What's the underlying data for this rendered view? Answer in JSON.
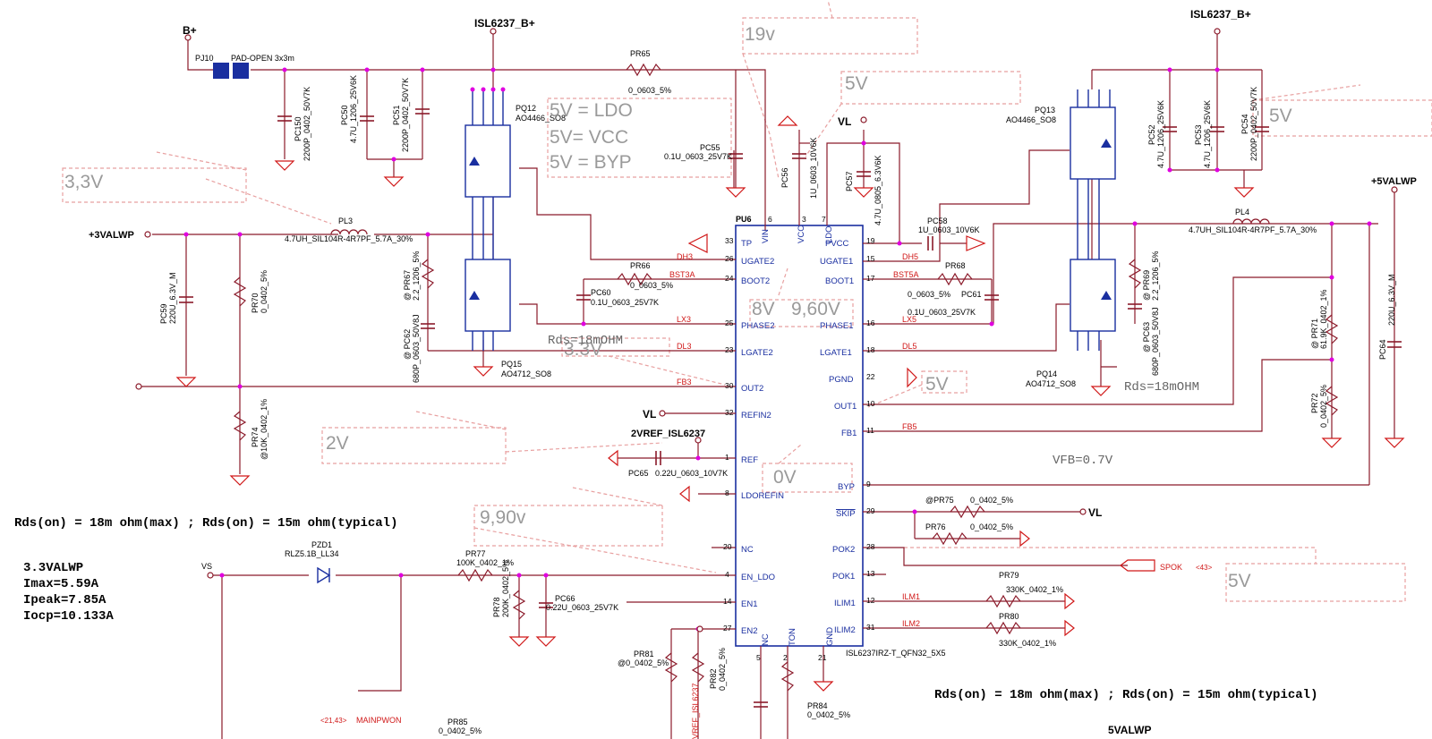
{
  "ic": {
    "refdes": "PU6",
    "part": "ISL6237IRZ-T_QFN32_5X5",
    "left_pins": [
      {
        "num": "33",
        "name": "TP"
      },
      {
        "num": "26",
        "name": "UGATE2"
      },
      {
        "num": "24",
        "name": "BOOT2"
      },
      {
        "num": "25",
        "name": "PHASE2"
      },
      {
        "num": "23",
        "name": "LGATE2"
      },
      {
        "num": "30",
        "name": "OUT2"
      },
      {
        "num": "32",
        "name": "REFIN2"
      },
      {
        "num": "1",
        "name": "REF"
      },
      {
        "num": "8",
        "name": "LDOREFIN"
      },
      {
        "num": "20",
        "name": "NC"
      },
      {
        "num": "4",
        "name": "EN_LDO"
      },
      {
        "num": "14",
        "name": "EN1"
      },
      {
        "num": "27",
        "name": "EN2"
      }
    ],
    "right_pins": [
      {
        "num": "19",
        "name": "PVCC"
      },
      {
        "num": "15",
        "name": "UGATE1"
      },
      {
        "num": "17",
        "name": "BOOT1"
      },
      {
        "num": "16",
        "name": "PHASE1"
      },
      {
        "num": "18",
        "name": "LGATE1"
      },
      {
        "num": "22",
        "name": "PGND"
      },
      {
        "num": "10",
        "name": "OUT1"
      },
      {
        "num": "11",
        "name": "FB1"
      },
      {
        "num": "9",
        "name": "BYP"
      },
      {
        "num": "29",
        "name": "SKIP"
      },
      {
        "num": "28",
        "name": "POK2"
      },
      {
        "num": "13",
        "name": "POK1"
      },
      {
        "num": "12",
        "name": "ILIM1"
      },
      {
        "num": "31",
        "name": "ILIM2"
      }
    ],
    "top_pins": [
      {
        "num": "6",
        "name": "VIN"
      },
      {
        "num": "3",
        "name": "VCC"
      },
      {
        "num": "7",
        "name": "LDO"
      }
    ],
    "bottom_pins": [
      {
        "num": "5",
        "name": "NC"
      },
      {
        "num": "2",
        "name": "TON"
      },
      {
        "num": "21",
        "name": "GND"
      }
    ]
  },
  "power_labels": {
    "b_plus": "B+",
    "isl_bplus_left": "ISL6237_B+",
    "isl_bplus_right": "ISL6237_B+",
    "v3valwp": "+3VALWP",
    "v5valwp": "+5VALWP",
    "vl_top": "VL",
    "vl_refin": "VL",
    "vl_skip": "VL",
    "vref": "2VREF_ISL6237",
    "vs": "VS",
    "spok": "SPOK",
    "spok_ref": "<43>",
    "mainpwon": "MAINPWON",
    "mainpwon_ref": "<21,43>",
    "bottom_title": "5VALWP"
  },
  "nets": {
    "dh3": "DH3",
    "bst3a": "BST3A",
    "lx3": "LX3",
    "dl3": "DL3",
    "fb3": "FB3",
    "dh5": "DH5",
    "bst5a": "BST5A",
    "lx5": "LX5",
    "dl5": "DL5",
    "fb5": "FB5",
    "ilm1": "ILM1",
    "ilm2": "ILM2"
  },
  "components": {
    "pj10": {
      "ref": "PJ10",
      "val": "PAD-OPEN 3x3m"
    },
    "pc150": {
      "ref": "PC150",
      "val": "2200P_0402_50V7K"
    },
    "pc50": {
      "ref": "PC50",
      "val": "4.7U_1206_25V6K"
    },
    "pc51": {
      "ref": "PC51",
      "val": "2200P_0402_50V7K"
    },
    "pq12": {
      "ref": "PQ12",
      "val": "AO4466_SO8"
    },
    "pq15": {
      "ref": "PQ15",
      "val": "AO4712_SO8"
    },
    "pq13": {
      "ref": "PQ13",
      "val": "AO4466_SO8"
    },
    "pq14": {
      "ref": "PQ14",
      "val": "AO4712_SO8"
    },
    "pr65": {
      "ref": "PR65",
      "val": "0_0603_5%"
    },
    "pc55": {
      "ref": "PC55",
      "val": "0.1U_0603_25V7K"
    },
    "pc56": {
      "ref": "PC56",
      "val": "1U_0603_10V6K"
    },
    "pc57": {
      "ref": "PC57",
      "val": "4.7U_0805_6.3V6K"
    },
    "pc58": {
      "ref": "PC58",
      "val": "1U_0603_10V6K"
    },
    "pl3": {
      "ref": "PL3",
      "val": "4.7UH_SIL104R-4R7PF_5.7A_30%"
    },
    "pl4": {
      "ref": "PL4",
      "val": "4.7UH_SIL104R-4R7PF_5.7A_30%"
    },
    "pc59": {
      "ref": "PC59",
      "val": "220U_6.3V_M"
    },
    "pc64": {
      "ref": "PC64",
      "val": "220U_6.3V_M"
    },
    "pr70": {
      "ref": "PR70",
      "val": "0_0402_5%"
    },
    "pr74": {
      "ref": "PR74",
      "val": "@10K_0402_1%"
    },
    "pr67": {
      "ref": "@ PR67",
      "val": "2.2_1206_5%"
    },
    "pc62": {
      "ref": "@ PC62",
      "val": "680P_0603_50V8J"
    },
    "pr66": {
      "ref": "PR66",
      "val": "0_0603_5%"
    },
    "pc60": {
      "ref": "PC60",
      "val": "0.1U_0603_25V7K"
    },
    "pr68": {
      "ref": "PR68",
      "val": "0_0603_5%"
    },
    "pc61": {
      "ref": "PC61",
      "val": "0.1U_0603_25V7K"
    },
    "pr69": {
      "ref": "@ PR69",
      "val": "2.2_1206_5%"
    },
    "pc63": {
      "ref": "@ PC63",
      "val": "680P_0603_50V8J"
    },
    "pc52": {
      "ref": "PC52",
      "val": "4.7U_1206_25V6K"
    },
    "pc53": {
      "ref": "PC53",
      "val": "4.7U_1206_25V6K"
    },
    "pc54": {
      "ref": "PC54",
      "val": "2200P_0402_50V7K"
    },
    "pr71": {
      "ref": "@ PR71",
      "val": "61.9K_0402_1%"
    },
    "pr72": {
      "ref": "PR72",
      "val": "0_0402_5%"
    },
    "pc65": {
      "ref": "PC65",
      "val": "0.22U_0603_10V7K"
    },
    "pr75": {
      "ref": "@PR75",
      "val": "0_0402_5%"
    },
    "pr76": {
      "ref": "PR76",
      "val": "0_0402_5%"
    },
    "pr79": {
      "ref": "PR79",
      "val": "330K_0402_1%"
    },
    "pr80": {
      "ref": "PR80",
      "val": "330K_0402_1%"
    },
    "pzd1": {
      "ref": "PZD1",
      "val": "RLZ5.1B_LL34"
    },
    "pr77": {
      "ref": "PR77",
      "val": "100K_0402_1%"
    },
    "pr78": {
      "ref": "PR78",
      "val": "200K_0402_5%"
    },
    "pc66": {
      "ref": "PC66",
      "val": "0.22U_0603_25V7K"
    },
    "pr81": {
      "ref": "PR81",
      "val": "@0_0402_5%"
    },
    "pr82": {
      "ref": "PR82",
      "val": "0_0402_5%"
    },
    "pr84": {
      "ref": "PR84",
      "val": "0_0402_5%"
    },
    "pr85": {
      "ref": "PR85",
      "val": "0_0402_5%"
    },
    "vref_vert": "VREF_ISL6237"
  },
  "annotations": {
    "n19v": "19v",
    "n5v_top": "5V",
    "n5v_right": "5V",
    "n33v_left": "3,3V",
    "ldo1": "5V = LDO",
    "ldo2": "5V= VCC",
    "ldo3": "5V = BYP",
    "n8v": "8V",
    "n960v": "9,60V",
    "n33v_mid": "3.3V",
    "n5v_pgnd": "5V",
    "n2v": "2V",
    "n0v": "0V",
    "n990v": "9,90v",
    "n5v_pok": "5V"
  },
  "notes": {
    "rds_left": "Rds=18mOHM",
    "rds_right": "Rds=18mOHM",
    "vfb": "VFB=0.7V",
    "rdson_left": "Rds(on) = 18m ohm(max) ; Rds(on) = 15m ohm(typical)",
    "rdson_right": "Rds(on) = 18m ohm(max) ; Rds(on) = 15m ohm(typical)",
    "spec_title": "3.3VALWP",
    "spec_imax": "Imax=5.59A",
    "spec_ipeak": "Ipeak=7.85A",
    "spec_iocp": "Iocp=10.133A"
  }
}
